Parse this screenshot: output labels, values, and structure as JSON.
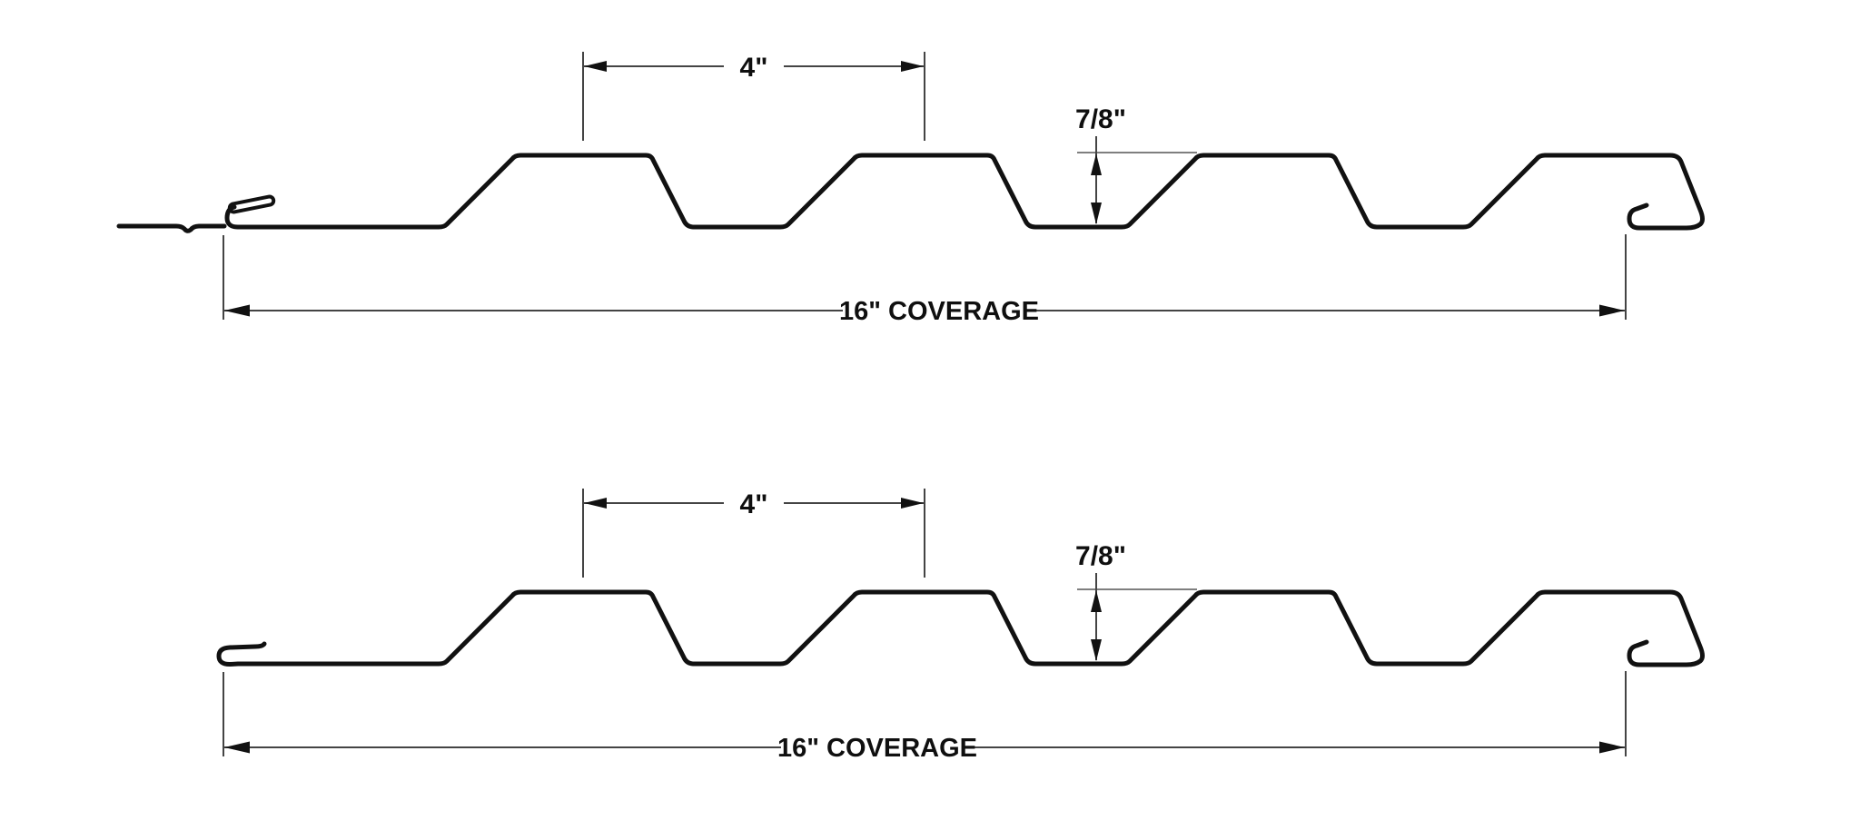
{
  "diagram": {
    "background": "#ffffff",
    "profile_color": "#111111",
    "dimension_color": "#444444",
    "profiles": [
      {
        "name": "siding-panel-profile-nailing-hem",
        "pitch_label": "4\"",
        "rib_height_label": "7/8\"",
        "coverage_label": "16\" COVERAGE"
      },
      {
        "name": "siding-panel-profile-plain-hook",
        "pitch_label": "4\"",
        "rib_height_label": "7/8\"",
        "coverage_label": "16\" COVERAGE"
      }
    ]
  }
}
